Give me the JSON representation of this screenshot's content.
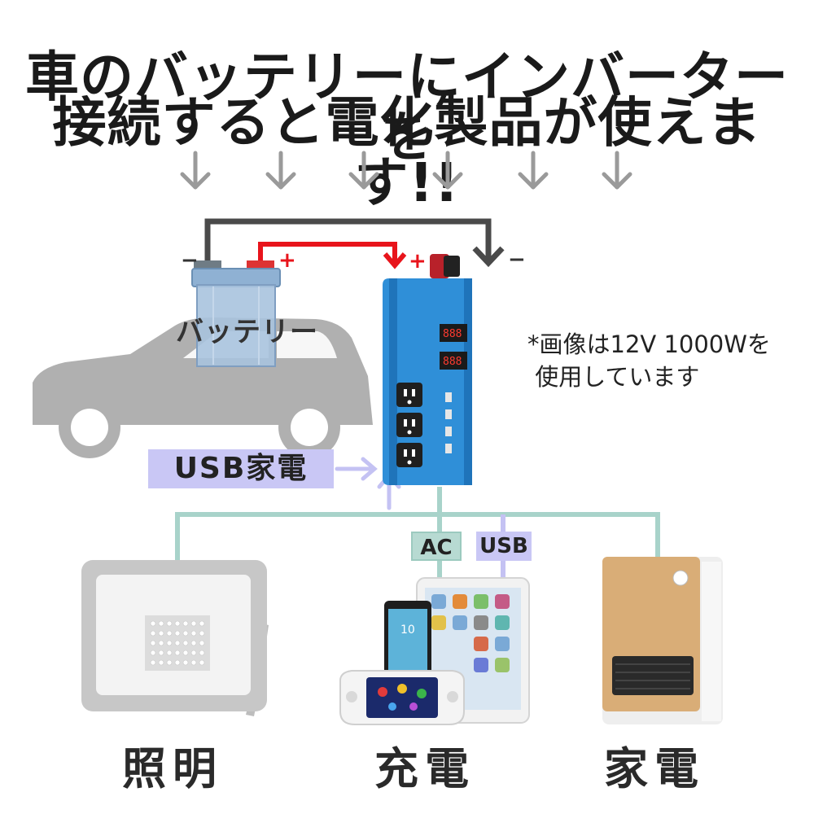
{
  "headline": {
    "line1": "車のバッテリーにインバーターを",
    "line2": "接続すると電化製品が使えます!!"
  },
  "battery_label": "バッテリー",
  "polarity": {
    "minus": "−",
    "plus": "+"
  },
  "note": {
    "line1": "*画像は12V 1000Wを",
    "line2": " 使用しています"
  },
  "tags": {
    "usb_appliance": "USB家電",
    "ac": "AC",
    "usb": "USB"
  },
  "captions": {
    "lighting": "照明",
    "charging": "充電",
    "appliance": "家電"
  },
  "colors": {
    "positive_wire": "#e8141b",
    "negative_wire": "#4a4a4a",
    "ac_line": "#a8d3ca",
    "usb_line": "#c4c2f3",
    "inverter_body": "#2f8fd8",
    "arrow_gray": "#9a9a9a"
  }
}
